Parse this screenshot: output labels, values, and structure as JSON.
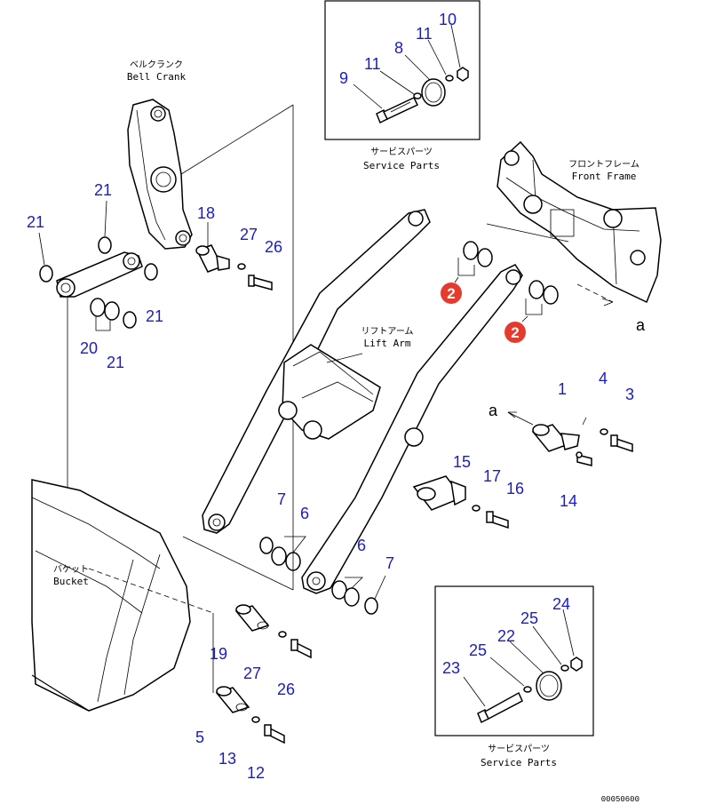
{
  "labels": {
    "bell_crank": {
      "jp": "ベルクランク",
      "en": "Bell Crank"
    },
    "front_frame": {
      "jp": "フロントフレーム",
      "en": "Front Frame"
    },
    "lift_arm": {
      "jp": "リフトアーム",
      "en": "Lift Arm"
    },
    "bucket": {
      "jp": "バケット",
      "en": "Bucket"
    },
    "service_parts_1": {
      "jp": "サービスパーツ",
      "en": "Service Parts"
    },
    "service_parts_2": {
      "jp": "サービスパーツ",
      "en": "Service Parts"
    },
    "arrow_a_1": "a",
    "arrow_a_2": "a"
  },
  "part_numbers": [
    "21",
    "21",
    "21",
    "21",
    "20",
    "18",
    "27",
    "26",
    "9",
    "11",
    "8",
    "11",
    "10",
    "1",
    "4",
    "3",
    "14",
    "15",
    "17",
    "16",
    "7",
    "6",
    "6",
    "7",
    "19",
    "27",
    "26",
    "5",
    "13",
    "12",
    "23",
    "25",
    "22",
    "25",
    "24"
  ],
  "callouts": [
    "2",
    "2"
  ],
  "drawing_ref": "00050600",
  "colors": {
    "label": "#1a1ad0",
    "callout": "#e53a2e",
    "line": "#000000"
  }
}
